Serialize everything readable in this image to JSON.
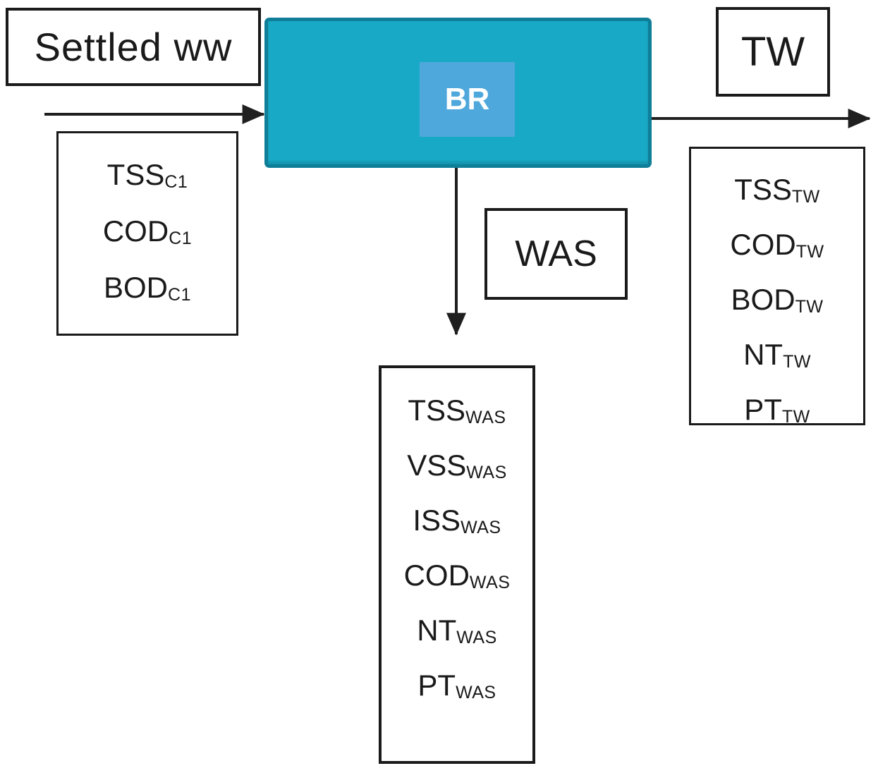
{
  "labels": {
    "settled_ww": "Settled ww",
    "reactor": "BR",
    "treated_water": "TW",
    "waste_sludge": "WAS"
  },
  "influent_params": [
    {
      "base": "TSS",
      "sub": "C1"
    },
    {
      "base": "COD",
      "sub": "C1"
    },
    {
      "base": "BOD",
      "sub": "C1"
    }
  ],
  "treated_water_params": [
    {
      "base": "TSS",
      "sub": "TW"
    },
    {
      "base": "COD",
      "sub": "TW"
    },
    {
      "base": "BOD",
      "sub": "TW"
    },
    {
      "base": "NT",
      "sub": "TW"
    },
    {
      "base": "PT",
      "sub": "TW"
    }
  ],
  "waste_sludge_params": [
    {
      "base": "TSS",
      "sub": "WAS"
    },
    {
      "base": "VSS",
      "sub": "WAS"
    },
    {
      "base": "ISS",
      "sub": "WAS"
    },
    {
      "base": "COD",
      "sub": "WAS"
    },
    {
      "base": "NT",
      "sub": "WAS"
    },
    {
      "base": "PT",
      "sub": "WAS"
    }
  ],
  "colors": {
    "reactor_fill": "#18a9c6",
    "reactor_border": "#0f7e98",
    "reactor_label_fill": "#4fa8dc",
    "reactor_label_text": "#ffffff",
    "box_border": "#1a1a1a",
    "arrow": "#1f1f1f",
    "text": "#1a1a1a",
    "background": "#ffffff"
  }
}
